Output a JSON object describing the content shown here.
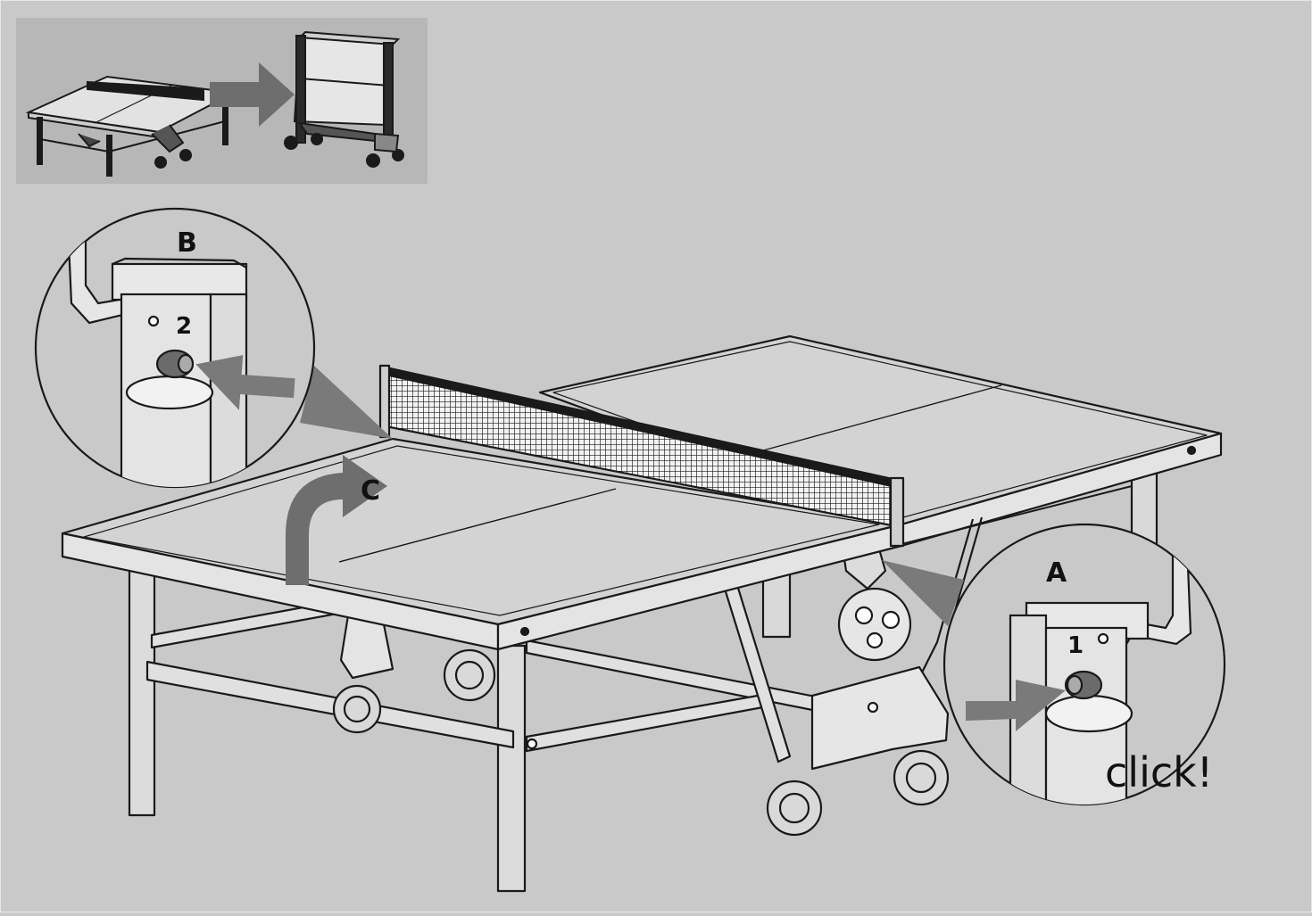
{
  "labels": {
    "a": "A",
    "b": "B",
    "c": "C",
    "step_1": "1",
    "step_2": "2",
    "click": "click!"
  },
  "colors": {
    "background": "#c9c9c9",
    "inset_panel": "#b7b7b7",
    "arrow": "#6e6e6e",
    "line": "#1a1a1a",
    "table_top": "#d4d4d4"
  },
  "icons": {
    "arrow_right": "arrow-right-icon",
    "arrow_up": "curved-arrow-up-icon",
    "knob": "lock-knob-icon"
  }
}
